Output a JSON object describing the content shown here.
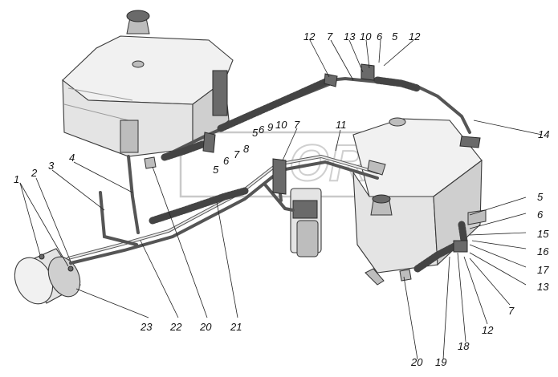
{
  "callouts": {
    "c1": "1",
    "c2": "2",
    "c3": "3",
    "c4": "4",
    "c5a": "5",
    "c5b": "5",
    "c5c": "5",
    "c5d": "5",
    "c6a": "6",
    "c6b": "6",
    "c6c": "6",
    "c6d": "6",
    "c7a": "7",
    "c7b": "7",
    "c7c": "7",
    "c7d": "7",
    "c8": "8",
    "c9": "9",
    "c10a": "10",
    "c10b": "10",
    "c11": "11",
    "c12a": "12",
    "c12b": "12",
    "c12c": "12",
    "c13a": "13",
    "c13b": "13",
    "c14": "14",
    "c15": "15",
    "c16": "16",
    "c17": "17",
    "c18": "18",
    "c19": "19",
    "c20a": "20",
    "c20b": "20",
    "c21": "21",
    "c22": "22",
    "c23": "23"
  },
  "watermark": "ORX",
  "colors": {
    "line": "#333333",
    "tank_fill": "#e4e4e4",
    "background": "#ffffff"
  }
}
